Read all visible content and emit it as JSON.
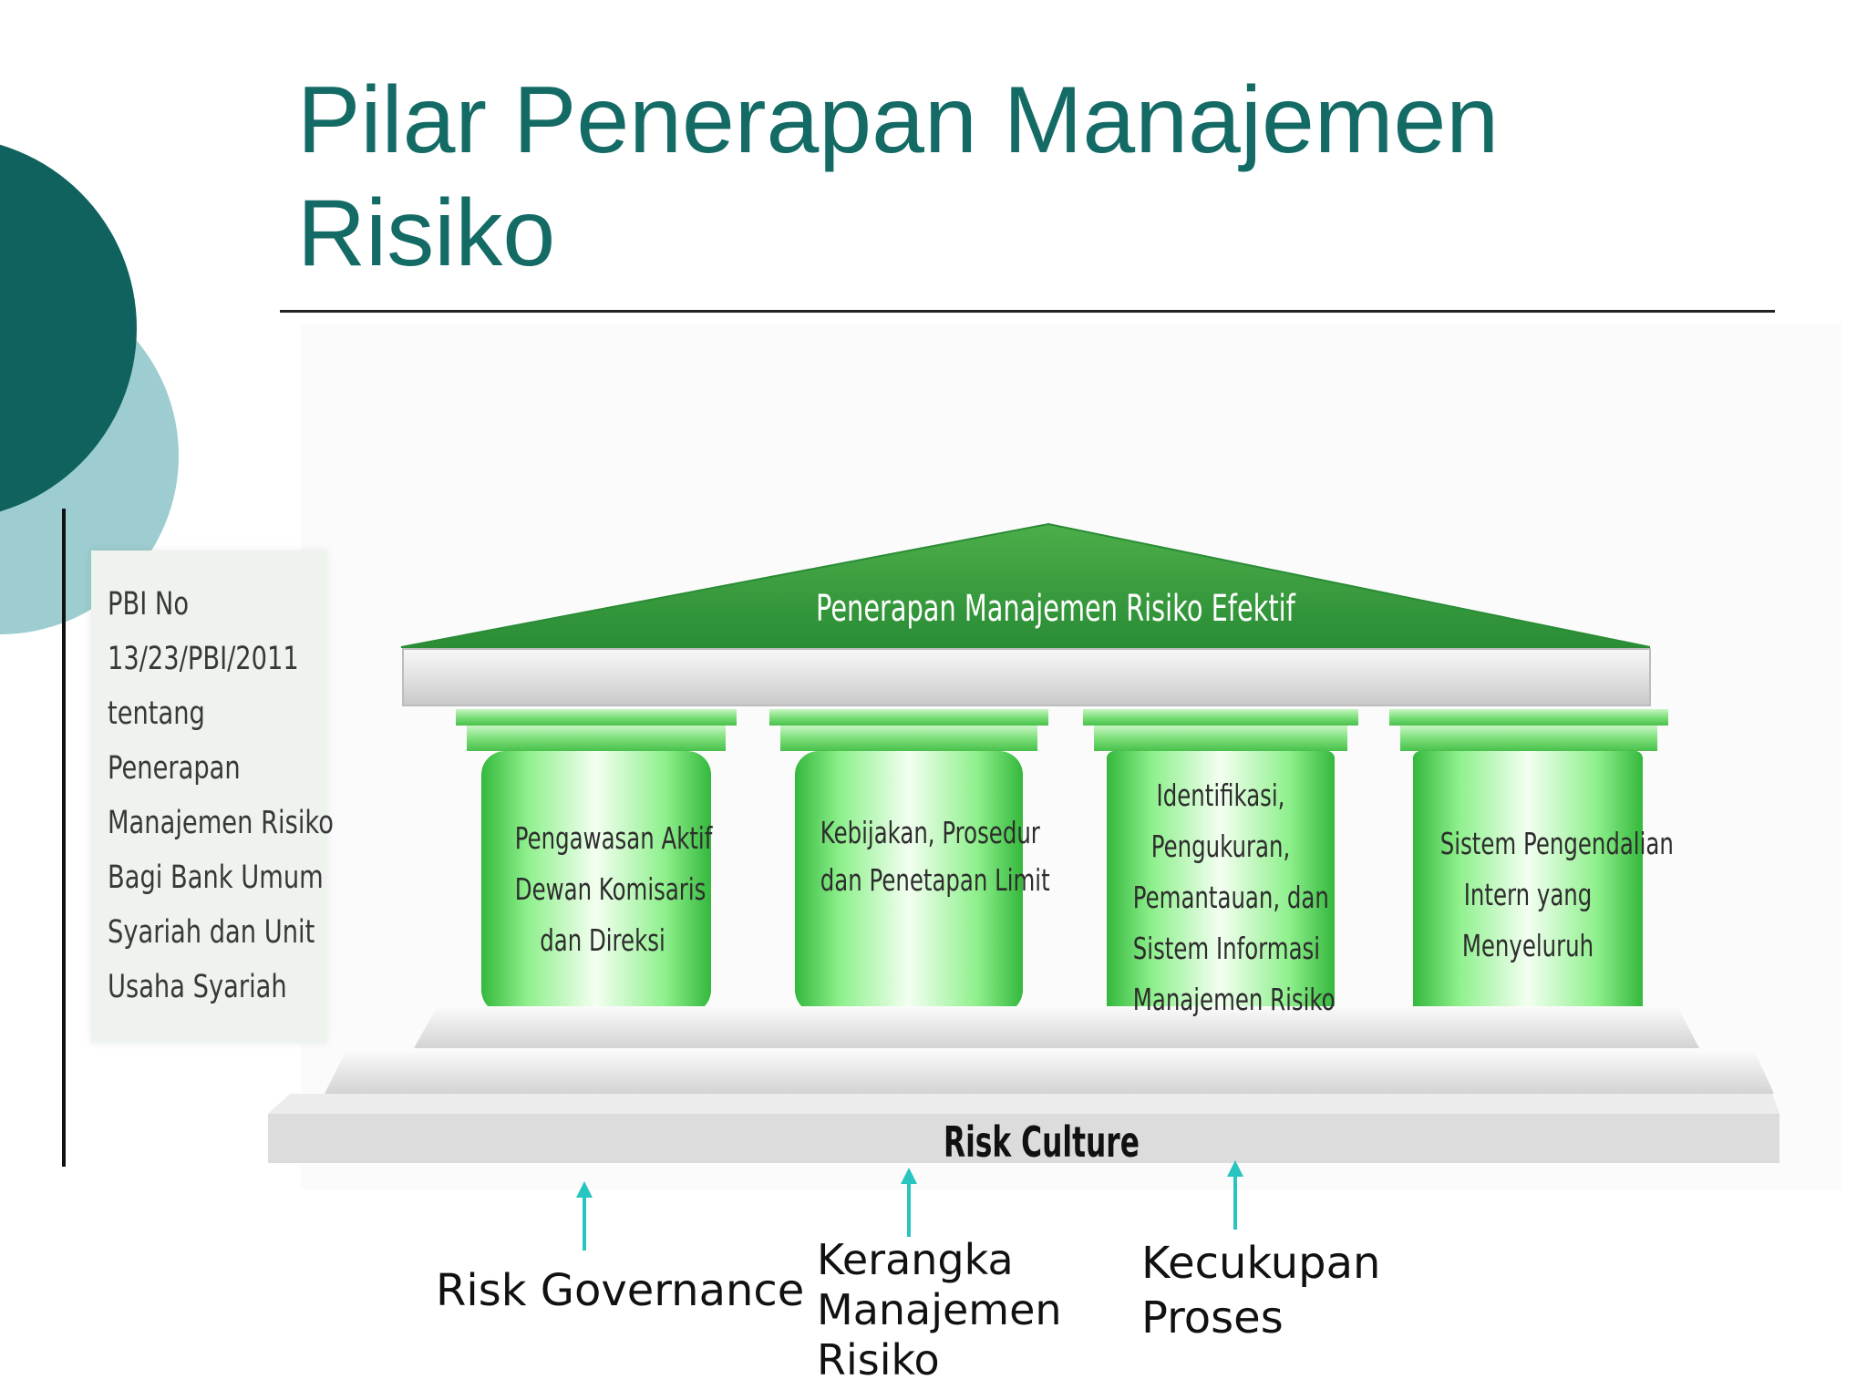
{
  "title": "Pilar Penerapan Manajemen Risiko",
  "sidebar_box": {
    "lines": [
      "PBI No",
      "13/23/PBI/2011",
      "tentang",
      "Penerapan",
      "Manajemen Risiko",
      "Bagi Bank Umum",
      "Syariah dan Unit",
      "Usaha Syariah"
    ]
  },
  "roof": "Penerapan Manajemen Risiko Efektif",
  "pillars": [
    {
      "lines": [
        "Pengawasan Aktif",
        "Dewan Komisaris",
        "dan Direksi"
      ]
    },
    {
      "lines": [
        "Kebijakan, Prosedur",
        "dan Penetapan Limit"
      ]
    },
    {
      "lines": [
        "Identifikasi,",
        "Pengukuran,",
        "Pemantauan, dan",
        "Sistem Informasi",
        "Manajemen Risiko"
      ]
    },
    {
      "lines": [
        "Sistem Pengendalian",
        "Intern yang",
        "Menyeluruh"
      ]
    }
  ],
  "base": "Risk Culture",
  "labels": [
    {
      "lines": [
        "Risk Governance"
      ]
    },
    {
      "lines": [
        "Kerangka",
        "Manajemen",
        "Risiko"
      ]
    },
    {
      "lines": [
        "Kecukupan",
        "Proses"
      ]
    }
  ],
  "colors": {
    "title": "#146b66",
    "accent_dark": "#0f625d",
    "accent_light": "#9dcdd0",
    "roof_green": "#35a23d",
    "pillar_green": "#7ee37e",
    "arrow": "#27c4c0"
  }
}
